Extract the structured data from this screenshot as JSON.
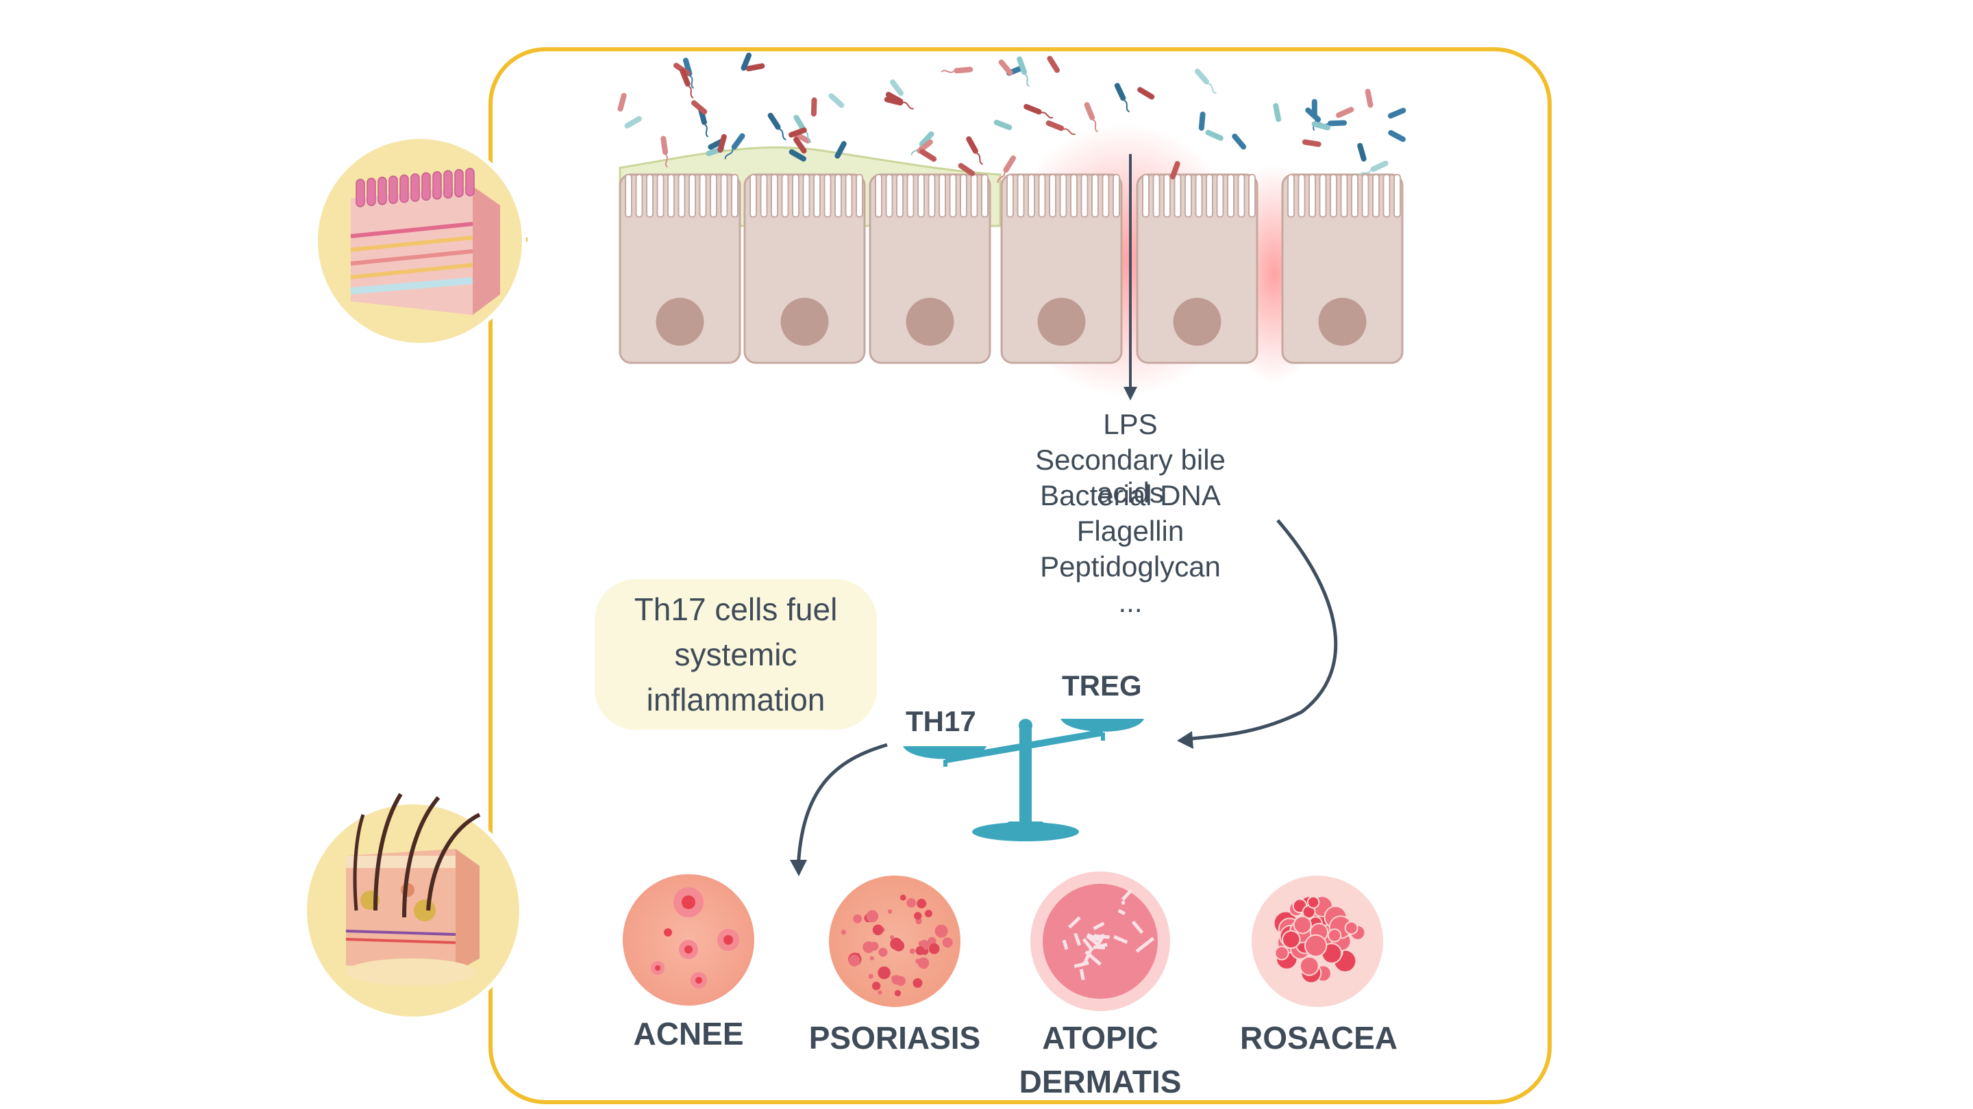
{
  "molecules": [
    "LPS",
    "Secondary bile acids",
    "Bacterial DNA",
    "Flagellin",
    "Peptidoglycan",
    "..."
  ],
  "callout": {
    "lines": [
      "Th17 cells fuel",
      "systemic",
      "inflammation"
    ]
  },
  "balance": {
    "left_label": "TH17",
    "right_label": "TREG"
  },
  "diseases": [
    {
      "lines": [
        "ACNEE"
      ]
    },
    {
      "lines": [
        "PSORIASIS"
      ]
    },
    {
      "lines": [
        "ATOPIC",
        "DERMATIS"
      ]
    },
    {
      "lines": [
        "ROSACEA"
      ]
    }
  ],
  "icons": {
    "gut_tissue": "intestinal-tissue-icon",
    "skin_tissue": "skin-cross-section-icon"
  },
  "colors": {
    "frame": "#f2be2c",
    "cell_fill": "#e3d2cc",
    "cell_stroke": "#c6a89f",
    "nucleus": "#bf9c93",
    "mucus": "#e9efcc",
    "inflammation": "#ff6b6b",
    "arrow": "#3f4f60",
    "scale": "#3ca6bd",
    "circle_bg": "#f6e5a7"
  }
}
